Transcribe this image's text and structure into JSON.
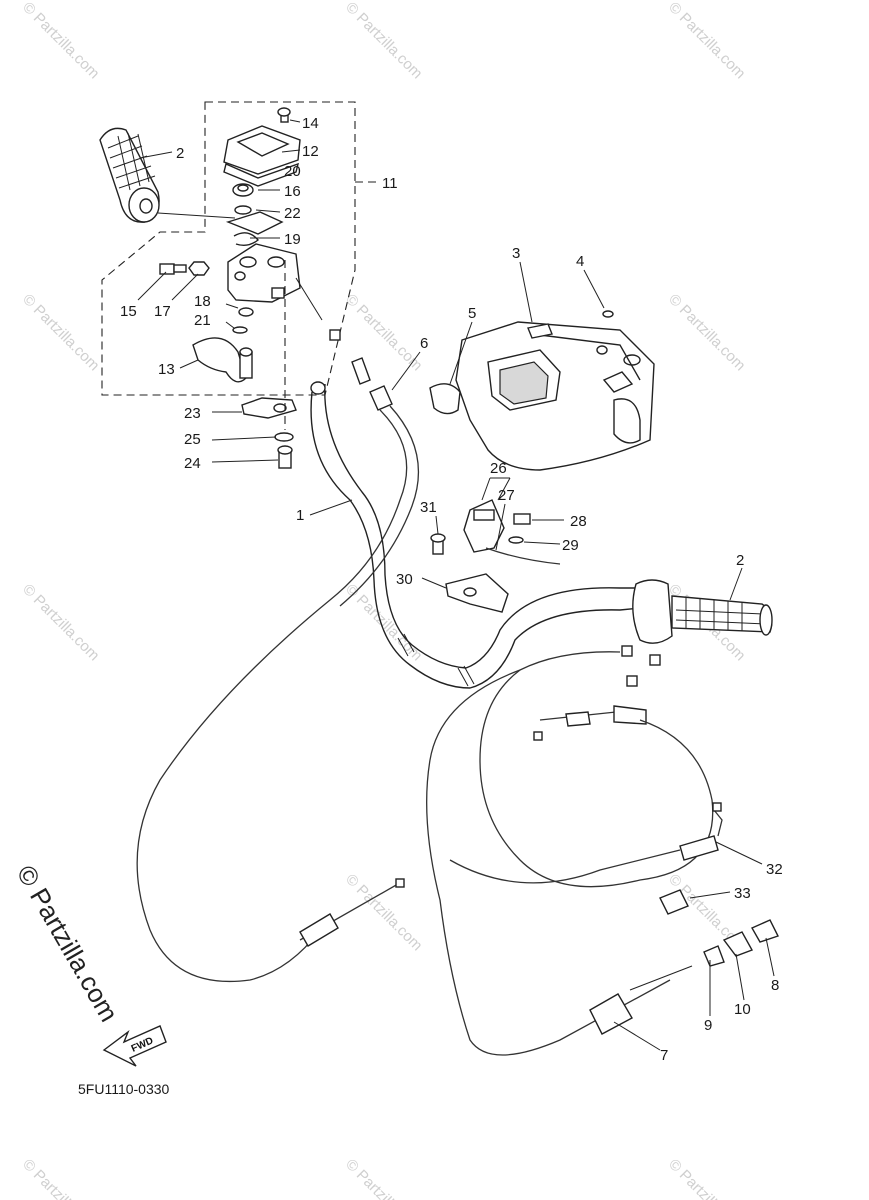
{
  "callouts": [
    {
      "id": "1",
      "text": "1"
    },
    {
      "id": "2a",
      "text": "2"
    },
    {
      "id": "2b",
      "text": "2"
    },
    {
      "id": "3",
      "text": "3"
    },
    {
      "id": "4",
      "text": "4"
    },
    {
      "id": "5",
      "text": "5"
    },
    {
      "id": "6",
      "text": "6"
    },
    {
      "id": "7",
      "text": "7"
    },
    {
      "id": "8",
      "text": "8"
    },
    {
      "id": "9",
      "text": "9"
    },
    {
      "id": "10",
      "text": "10"
    },
    {
      "id": "11",
      "text": "11"
    },
    {
      "id": "12",
      "text": "12"
    },
    {
      "id": "13",
      "text": "13"
    },
    {
      "id": "14",
      "text": "14"
    },
    {
      "id": "15",
      "text": "15"
    },
    {
      "id": "16",
      "text": "16"
    },
    {
      "id": "17",
      "text": "17"
    },
    {
      "id": "18",
      "text": "18"
    },
    {
      "id": "19",
      "text": "19"
    },
    {
      "id": "20",
      "text": "20"
    },
    {
      "id": "21",
      "text": "21"
    },
    {
      "id": "22",
      "text": "22"
    },
    {
      "id": "23",
      "text": "23"
    },
    {
      "id": "24",
      "text": "24"
    },
    {
      "id": "25",
      "text": "25"
    },
    {
      "id": "26",
      "text": "26"
    },
    {
      "id": "27",
      "text": "27"
    },
    {
      "id": "28",
      "text": "28"
    },
    {
      "id": "29",
      "text": "29"
    },
    {
      "id": "30",
      "text": "30"
    },
    {
      "id": "31",
      "text": "31"
    },
    {
      "id": "32",
      "text": "32"
    },
    {
      "id": "33",
      "text": "33"
    }
  ],
  "diagram_code": "5FU1110-0330",
  "brand_text": "© Partzilla.com",
  "watermark_text": "© Partzilla.com",
  "fwd_label": "FWD"
}
